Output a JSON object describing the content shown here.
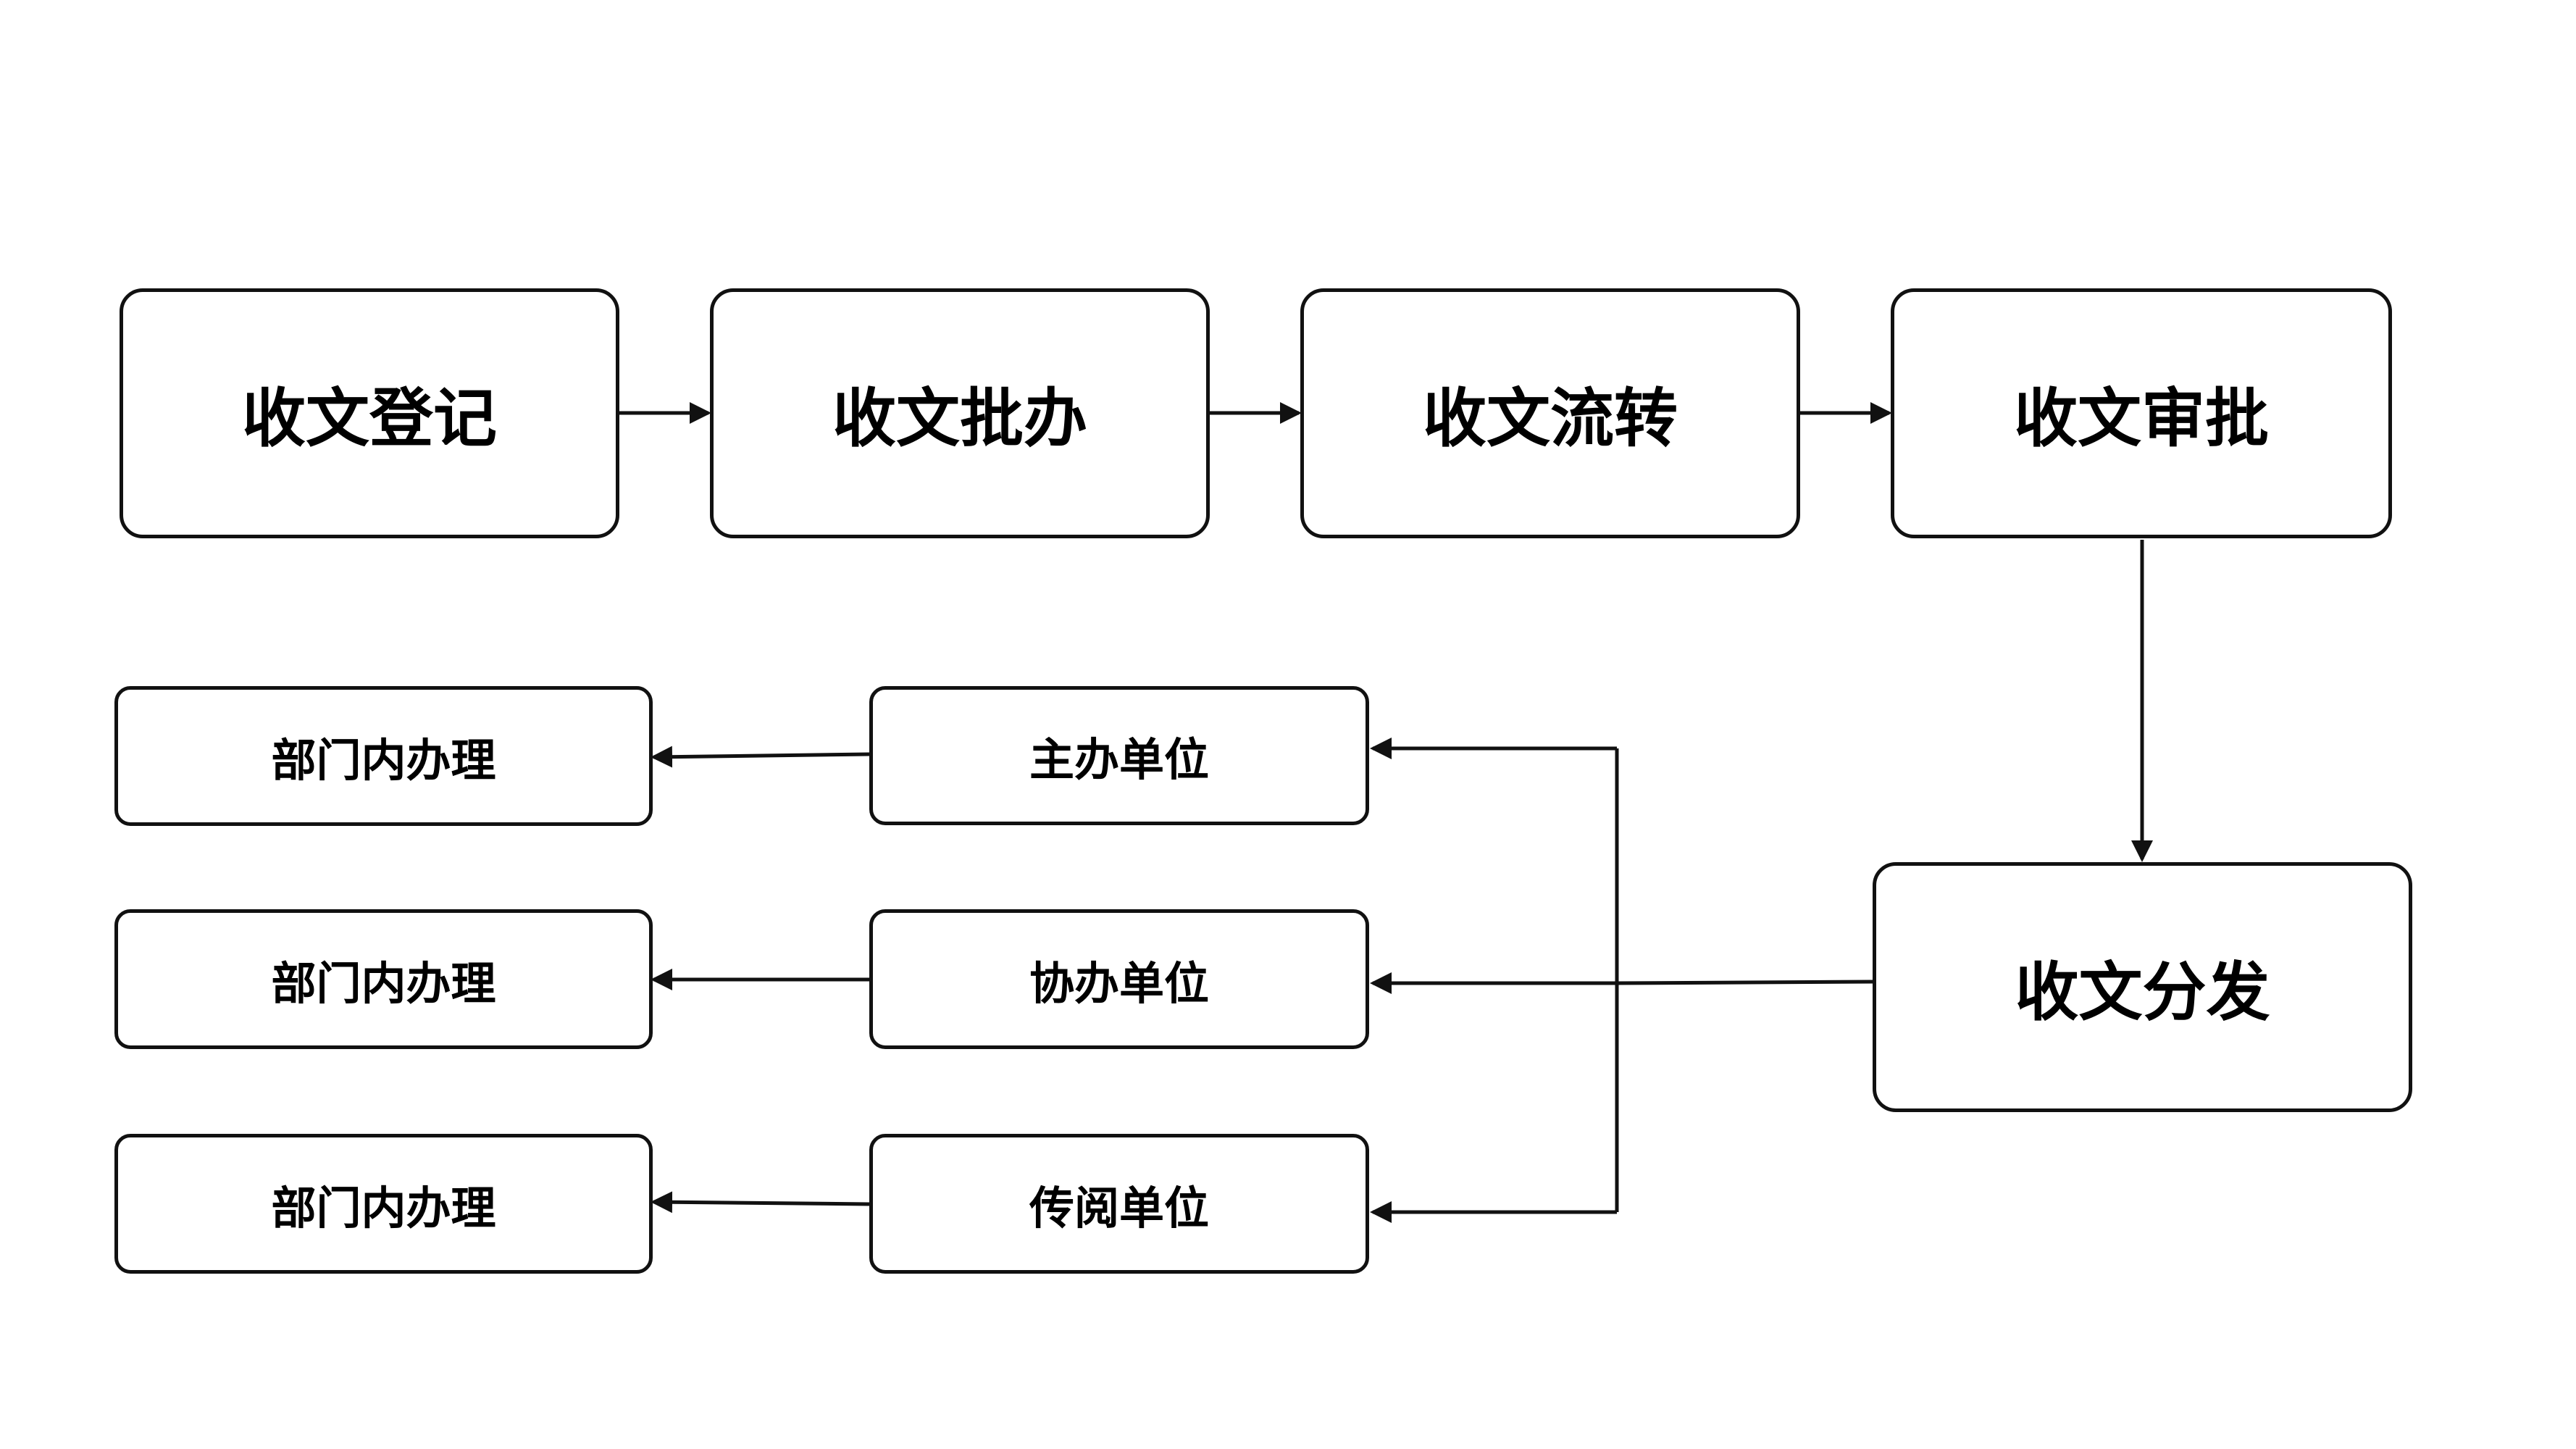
{
  "diagram": {
    "flow": {
      "register": "收文登记",
      "instruct": "收文批办",
      "circulate": "收文流转",
      "approve": "收文审批",
      "distribute": "收文分发"
    },
    "units": {
      "lead": "主办单位",
      "assist": "协办单位",
      "circulation": "传阅单位"
    },
    "dept_handling": {
      "row1": "部门内办理",
      "row2": "部门内办理",
      "row3": "部门内办理"
    },
    "colors": {
      "line": "#111111",
      "box_border": "#111111",
      "background": "#ffffff"
    }
  }
}
